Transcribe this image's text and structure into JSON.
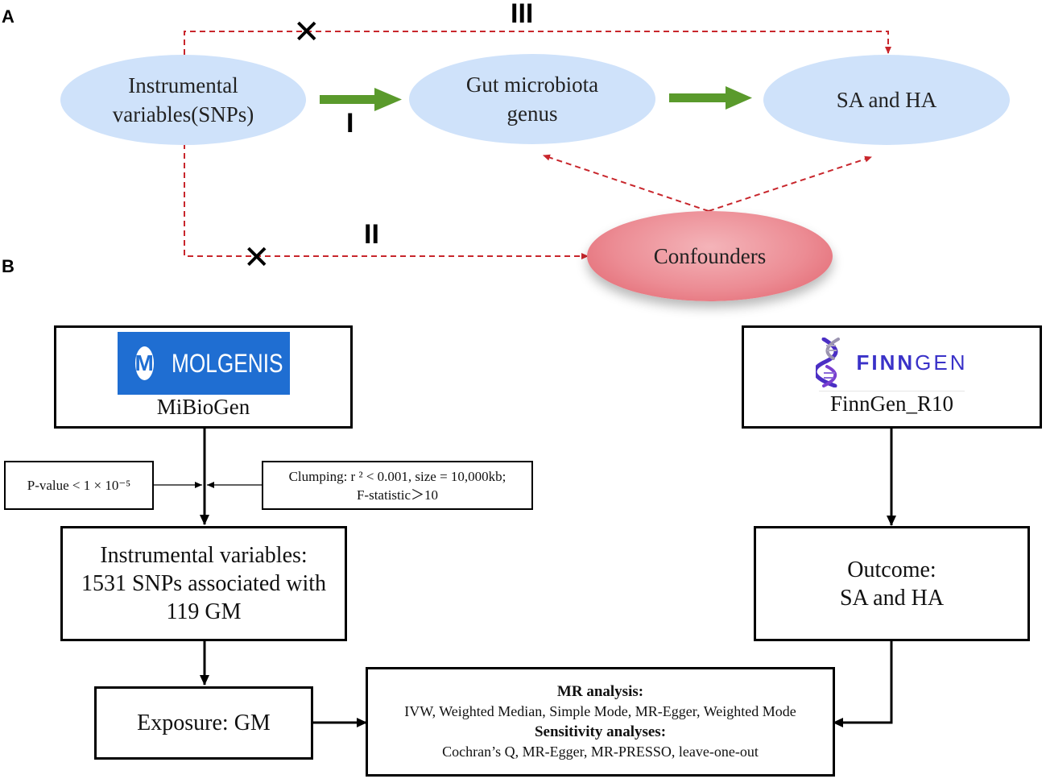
{
  "panel_labels": {
    "a": "A",
    "b": "B"
  },
  "panel_a": {
    "nodes": {
      "iv": "Instrumental variables(SNPs)",
      "iv_line1": "Instrumental",
      "iv_line2": "variables(SNPs)",
      "gut_line1": "Gut microbiota",
      "gut_line2": "genus",
      "outcome": "SA and HA",
      "confounders": "Confounders"
    },
    "assumption_labels": {
      "one": "I",
      "two": "II",
      "three": "III"
    },
    "violation_mark": "✕",
    "colors": {
      "node_fill": "#cfe2fa",
      "confounder_fill": "#ec8c94",
      "causal_arrow": "#5a9a2c",
      "dashed_path": "#c8262c"
    }
  },
  "panel_b": {
    "exposure_source": {
      "logo_letter": "M",
      "logo_text": "MOLGENIS",
      "name": "MiBioGen"
    },
    "outcome_source": {
      "logo_text_bold": "FINN",
      "logo_text_light": "GEN",
      "name": "FinnGen_R10"
    },
    "filter_pvalue": "P-value < 1 × 10⁻⁵",
    "filter_clump_line1": "Clumping: r ² < 0.001, size = 10,000kb;",
    "filter_clump_line2": "F-statistic＞10",
    "iv_box": {
      "line1": "Instrumental variables:",
      "line2": "1531 SNPs associated with",
      "line3": "119 GM"
    },
    "outcome_box": {
      "line1": "Outcome:",
      "line2": "SA and HA"
    },
    "exposure_box": "Exposure: GM",
    "mr_box": {
      "title1": "MR analysis:",
      "methods1": "IVW, Weighted Median, Simple Mode, MR-Egger, Weighted Mode",
      "title2": "Sensitivity analyses:",
      "methods2": "Cochran’s Q, MR-Egger, MR-PRESSO, leave-one-out"
    },
    "colors": {
      "molgenis_blue": "#1f6ed2",
      "finngen_purple": "#3a32c8"
    }
  }
}
